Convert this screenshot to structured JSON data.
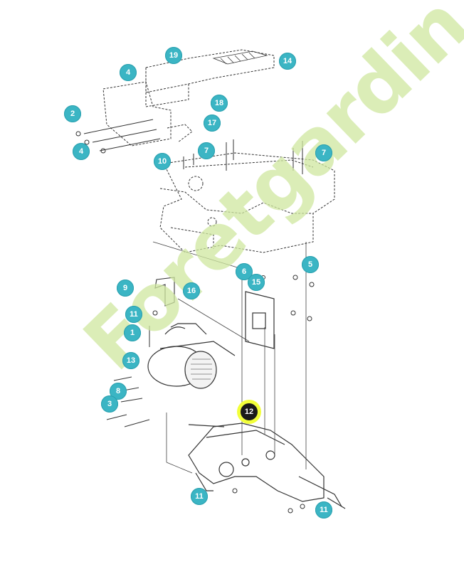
{
  "callouts": [
    {
      "label": "19",
      "highlight": false
    },
    {
      "label": "14",
      "highlight": false
    },
    {
      "label": "4",
      "highlight": false
    },
    {
      "label": "18",
      "highlight": false
    },
    {
      "label": "2",
      "highlight": false
    },
    {
      "label": "17",
      "highlight": false
    },
    {
      "label": "4",
      "highlight": false
    },
    {
      "label": "10",
      "highlight": false
    },
    {
      "label": "7",
      "highlight": false
    },
    {
      "label": "7",
      "highlight": false
    },
    {
      "label": "6",
      "highlight": false
    },
    {
      "label": "5",
      "highlight": false
    },
    {
      "label": "15",
      "highlight": false
    },
    {
      "label": "9",
      "highlight": false
    },
    {
      "label": "16",
      "highlight": false
    },
    {
      "label": "11",
      "highlight": false
    },
    {
      "label": "1",
      "highlight": false
    },
    {
      "label": "13",
      "highlight": false
    },
    {
      "label": "8",
      "highlight": false
    },
    {
      "label": "3",
      "highlight": false
    },
    {
      "label": "12",
      "highlight": true
    },
    {
      "label": "11",
      "highlight": false
    },
    {
      "label": "11",
      "highlight": false
    }
  ],
  "watermark": {
    "text": "Foretgardin.com",
    "color": "#cfe7a0"
  },
  "colors": {
    "callout": "#3bb5c4",
    "highlight_ring": "#f2ff3a",
    "highlight_fill": "#1a1a1a",
    "line": "#333333"
  }
}
